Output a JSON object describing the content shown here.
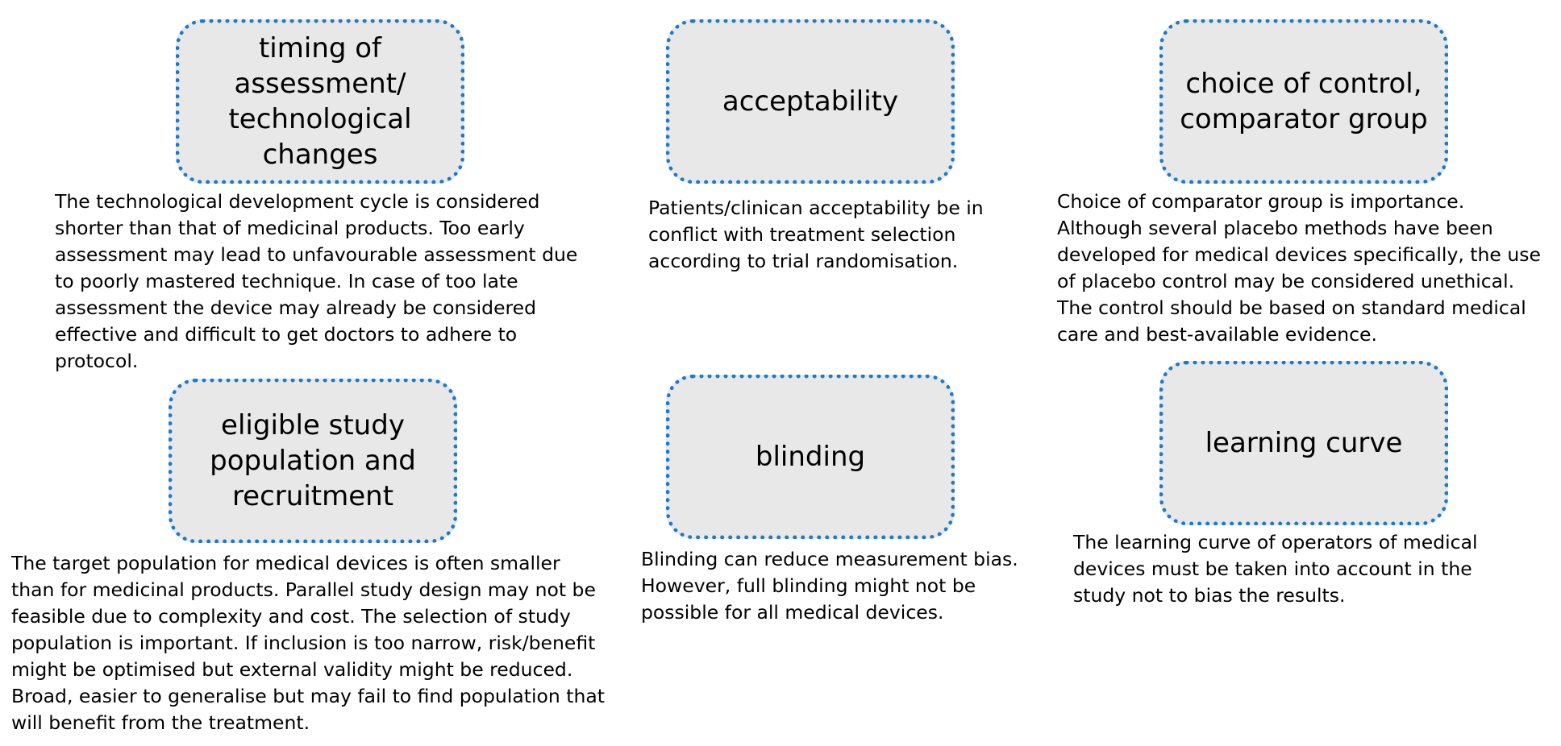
{
  "topics": [
    {
      "title": "timing of\nassessment/\ntechnological\nchanges",
      "description": "The technological development cycle is considered\nshorter than that of medicinal products. Too early\nassessment may lead to unfavourable assessment due\nto poorly mastered technique. In case of too late\nassessment the device may already be considered\neffective and difficult to get doctors to adhere to\nprotocol."
    },
    {
      "title": "acceptability",
      "description": "Patients/clinican acceptability be in\nconflict with treatment selection\naccording to trial randomisation."
    },
    {
      "title": "choice of control,\ncomparator group",
      "description": "Choice of comparator group is importance.\nAlthough several placebo methods have been\ndeveloped for medical devices specifically, the use\nof placebo control may be considered unethical.\nThe control should be based on standard medical\ncare and best-available evidence."
    },
    {
      "title": "eligible study\npopulation and\nrecruitment",
      "description": "The target population for medical devices is often smaller\nthan for medicinal products. Parallel study design may not be\nfeasible due to complexity and cost. The selection of study\npopulation is important. If inclusion is too narrow, risk/benefit\nmight be optimised but external validity might be reduced.\nBroad, easier to generalise but may fail to find population that\nwill benefit from the treatment."
    },
    {
      "title": "blinding",
      "description": "Blinding can reduce measurement bias.\nHowever, full blinding might not be\npossible for all medical devices."
    },
    {
      "title": "learning curve",
      "description": "The learning curve of operators of medical\ndevices must be taken into account in the\nstudy not to bias the results."
    }
  ],
  "colors": {
    "box_border": "#1a7acb",
    "box_fill": "#e8e8e8",
    "text": "#000000"
  }
}
